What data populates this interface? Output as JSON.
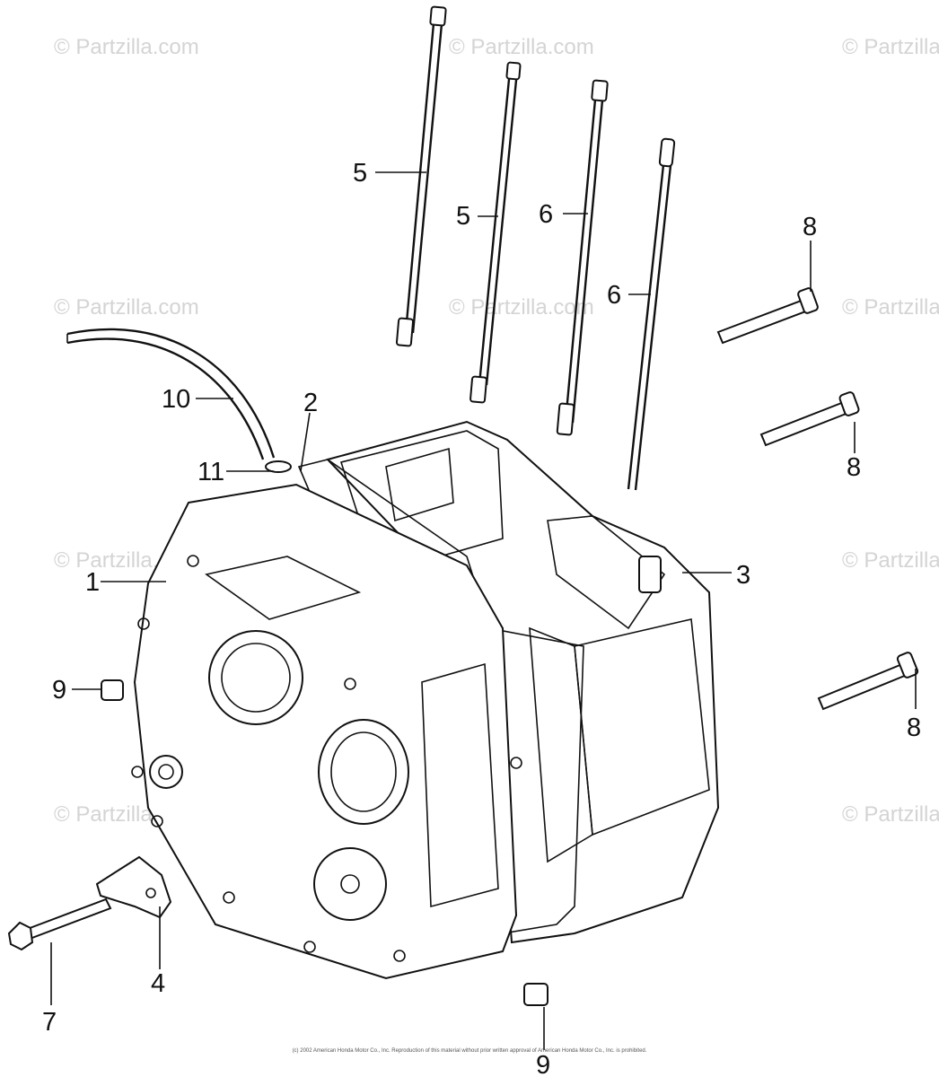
{
  "watermark": "© Partzilla.com",
  "callouts": {
    "c1": "1",
    "c2": "2",
    "c3": "3",
    "c4": "4",
    "c5a": "5",
    "c5b": "5",
    "c6a": "6",
    "c6b": "6",
    "c7": "7",
    "c8a": "8",
    "c8b": "8",
    "c8c": "8",
    "c9a": "9",
    "c9b": "9",
    "c10": "10",
    "c11": "11"
  },
  "footer_copyright": "(c) 2002 American Honda Motor Co., Inc. Reproduction of this material without prior written approval of American Honda Motor Co., Inc. is prohibited."
}
